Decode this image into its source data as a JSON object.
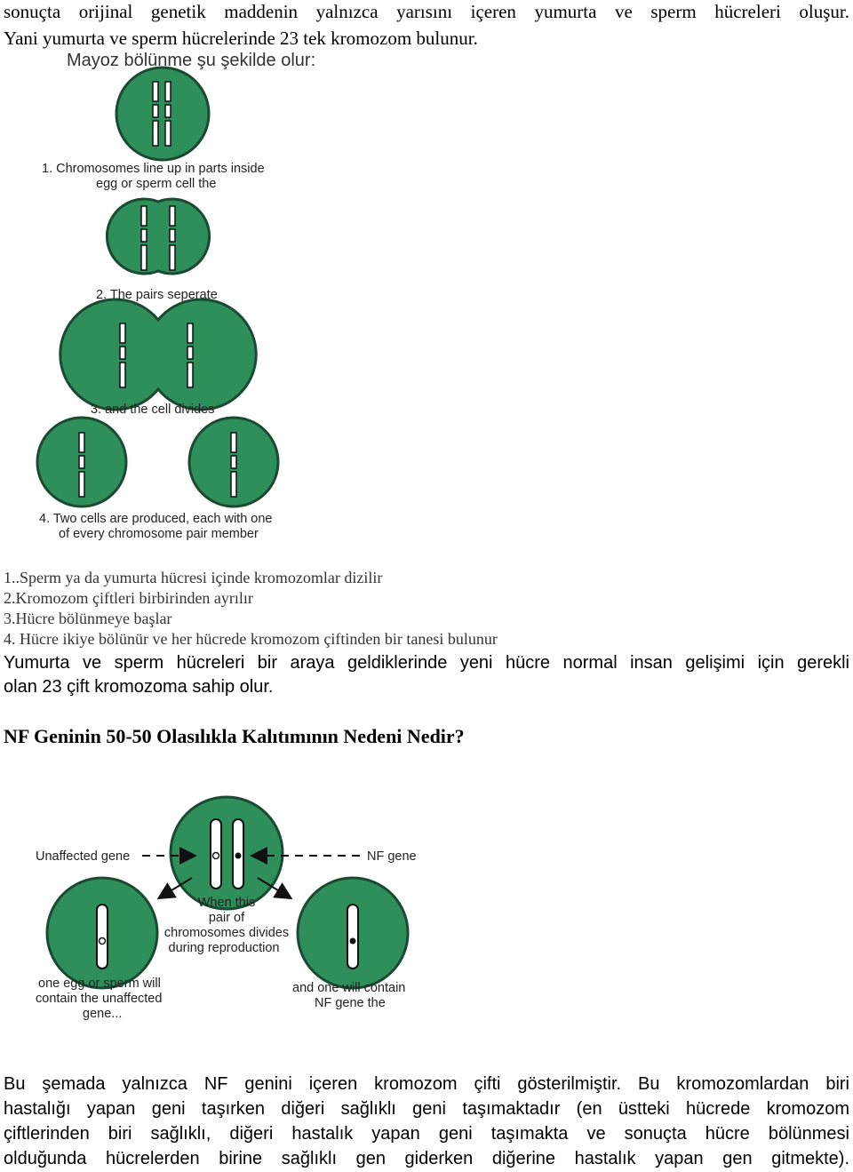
{
  "intro": {
    "line1": "sonuçta orijinal genetik maddenin yalnızca yarısını içeren yumurta ve sperm hücreleri oluşur.",
    "line2": "Yani yumurta ve sperm hücrelerinde 23 tek kromozom bulunur.",
    "line3": "Mayoz bölünme şu şekilde olur:"
  },
  "figure1": {
    "colors": {
      "cell": "#2f8f5b",
      "outline": "#1a4a31",
      "chromosome": "#ffffff"
    },
    "captions": [
      [
        "1. Chromosomes line up in parts inside",
        "egg or sperm cell the"
      ],
      [
        "2. The pairs seperate"
      ],
      [
        "3. and the cell divides"
      ],
      [
        "4. Two cells are produced, each with one",
        "of every chromosome pair member"
      ]
    ]
  },
  "steps": [
    "1..Sperm ya da yumurta hücresi içinde kromozomlar dizilir",
    "2.Kromozom çiftleri  birbirinden ayrılır",
    "3.Hücre bölünmeye başlar",
    "4. Hücre ikiye bölünür ve her hücrede kromozom çiftinden bir tanesi bulunur"
  ],
  "para1": {
    "line1": "Yumurta ve sperm hücreleri bir araya geldiklerinde yeni hücre normal insan gelişimi için gerekli",
    "line2": "olan 23 çift kromozoma sahip olur."
  },
  "heading": "NF Geninin 50-50 Olasılıkla Kalıtımının Nedeni Nedir?",
  "figure2": {
    "labels": {
      "unaffected": "Unaffected gene",
      "nf": "NF gene",
      "center": [
        "When this",
        "pair of",
        "chromosomes divides",
        "during reproduction"
      ],
      "left": [
        "one egg or sperm will",
        "contain the unaffected",
        "gene..."
      ],
      "right": [
        "and one will contain",
        "NF gene the"
      ]
    }
  },
  "para2": {
    "lines": [
      "Bu şemada yalnızca NF genini içeren kromozom çifti gösterilmiştir. Bu kromozomlardan biri",
      "hastalığı yapan geni  taşırken diğeri sağlıklı geni taşımaktadır (en üstteki hücrede kromozom",
      "çiftlerinden biri sağlıklı, diğeri hastalık yapan geni taşımakta ve sonuçta hücre bölünmesi",
      "olduğunda hücrelerden birine sağlıklı gen giderken diğerine hastalık yapan gen gitmekte)."
    ]
  }
}
